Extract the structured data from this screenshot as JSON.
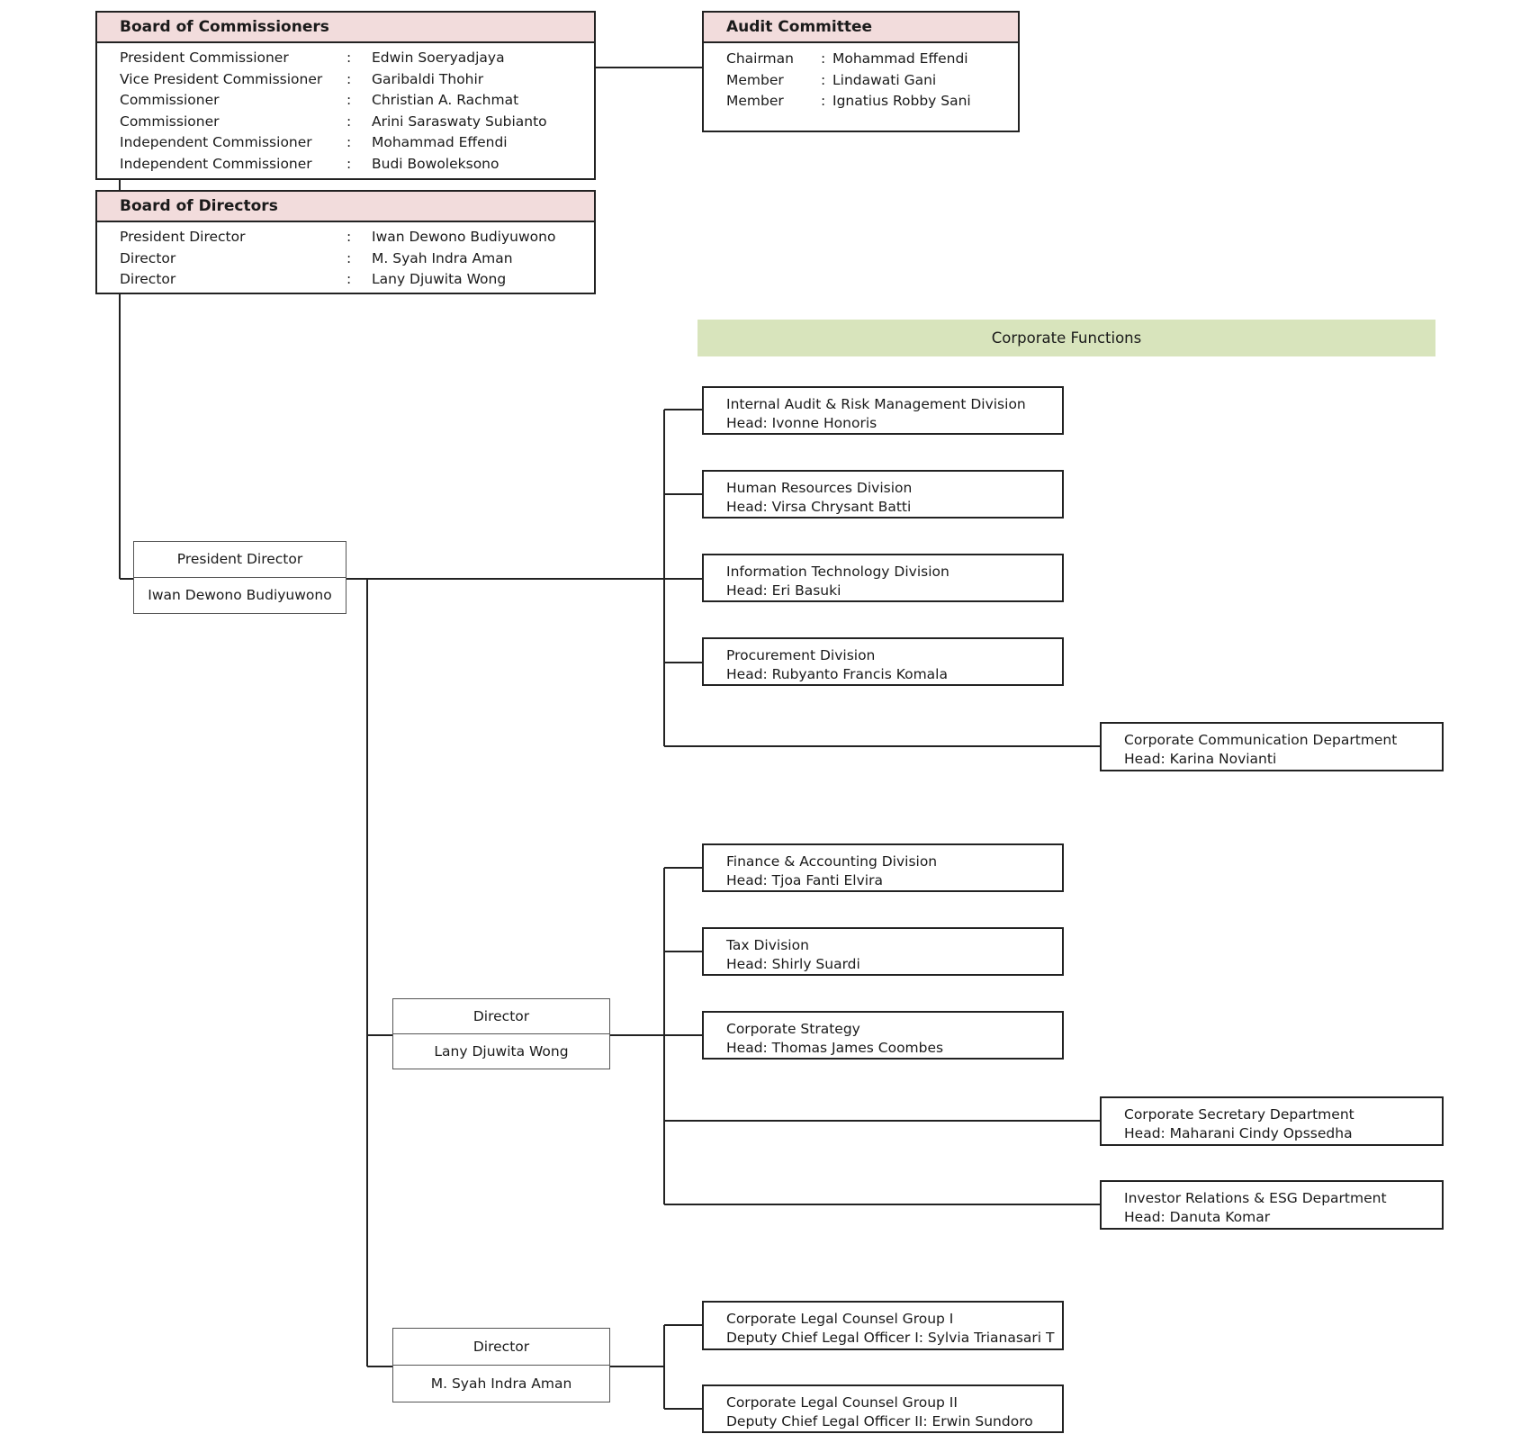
{
  "board_of_commissioners": {
    "title": "Board of Commissioners",
    "members": [
      {
        "role": "President Commissioner",
        "sep": ":",
        "name": "Edwin Soeryadjaya"
      },
      {
        "role": "Vice President Commissioner",
        "sep": ":",
        "name": "Garibaldi Thohir"
      },
      {
        "role": "Commissioner",
        "sep": ":",
        "name": "Christian A. Rachmat"
      },
      {
        "role": "Commissioner",
        "sep": ":",
        "name": "Arini Saraswaty Subianto"
      },
      {
        "role": "Independent Commissioner",
        "sep": ":",
        "name": "Mohammad Effendi"
      },
      {
        "role": "Independent Commissioner",
        "sep": ":",
        "name": "Budi Bowoleksono"
      }
    ]
  },
  "audit_committee": {
    "title": "Audit Committee",
    "members": [
      {
        "role": "Chairman",
        "sep": ":",
        "name": "Mohammad Effendi"
      },
      {
        "role": "Member",
        "sep": ":",
        "name": "Lindawati Gani"
      },
      {
        "role": "Member",
        "sep": ":",
        "name": "Ignatius Robby Sani"
      }
    ]
  },
  "board_of_directors": {
    "title": "Board of Directors",
    "members": [
      {
        "role": "President Director",
        "sep": ":",
        "name": "Iwan Dewono Budiyuwono"
      },
      {
        "role": "Director",
        "sep": ":",
        "name": "M. Syah Indra Aman"
      },
      {
        "role": "Director",
        "sep": ":",
        "name": "Lany Djuwita Wong"
      }
    ]
  },
  "corporate_functions_label": "Corporate Functions",
  "executives": [
    {
      "title": "President Director",
      "name": "Iwan Dewono Budiyuwono"
    },
    {
      "title": "Director",
      "name": "Lany Djuwita Wong"
    },
    {
      "title": "Director",
      "name": "M. Syah Indra Aman"
    }
  ],
  "units": [
    {
      "line1": "Internal Audit & Risk Management Division",
      "line2": "Head: Ivonne Honoris"
    },
    {
      "line1": "Human Resources Division",
      "line2": "Head: Virsa Chrysant Batti"
    },
    {
      "line1": "Information Technology Division",
      "line2": "Head: Eri Basuki"
    },
    {
      "line1": "Procurement Division",
      "line2": "Head: Rubyanto Francis Komala"
    },
    {
      "line1": "Corporate Communication Department",
      "line2": "Head: Karina Novianti"
    },
    {
      "line1": "Finance & Accounting Division",
      "line2": "Head: Tjoa Fanti Elvira"
    },
    {
      "line1": "Tax Division",
      "line2": "Head: Shirly Suardi"
    },
    {
      "line1": "Corporate Strategy",
      "line2": "Head: Thomas James Coombes"
    },
    {
      "line1": "Corporate Secretary Department",
      "line2": "Head: Maharani Cindy Opssedha"
    },
    {
      "line1": "Investor Relations & ESG Department",
      "line2": "Head: Danuta Komar"
    },
    {
      "line1": "Corporate Legal Counsel Group I",
      "line2": "Deputy Chief Legal Officer I: Sylvia Trianasari T"
    },
    {
      "line1": "Corporate Legal Counsel Group II",
      "line2": "Deputy Chief Legal Officer II: Erwin Sundoro"
    }
  ]
}
